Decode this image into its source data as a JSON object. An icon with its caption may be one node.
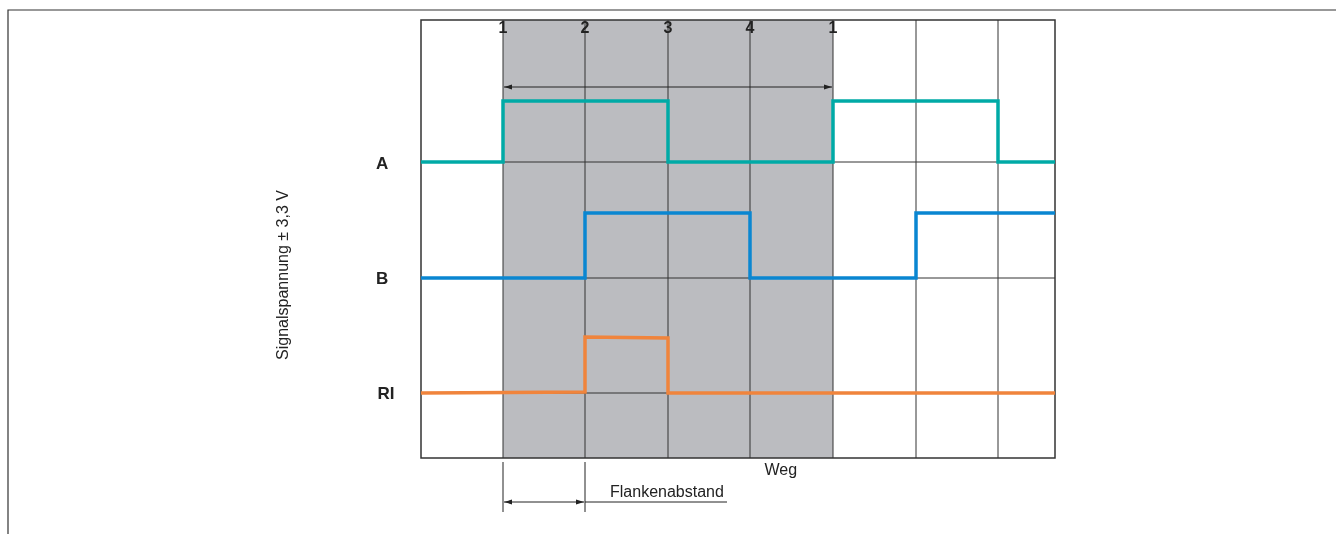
{
  "diagram": {
    "labels": [
      "1",
      "2",
      "3",
      "4",
      "1",
      "A",
      "B",
      "RI",
      "Signalspannung ± 3,3 V",
      "Weg",
      "Flankenabstand"
    ]
  }
}
